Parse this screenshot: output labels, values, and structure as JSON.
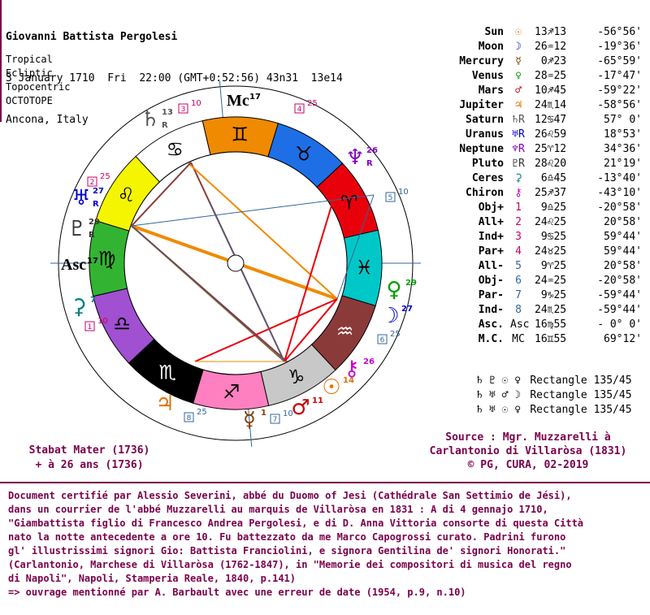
{
  "header": {
    "name": "Giovanni Battista Pergolesi",
    "date_line": "3 January 1710  Fri  22:00 (GMT+0:52:56) 43n31  13e14",
    "place": "Ancona, Italy"
  },
  "system": [
    "Tropical",
    "Ecliptic",
    "Topocentric",
    "OCTOTOPE"
  ],
  "wheel": {
    "signs": [
      {
        "glyph": "♈",
        "color": "#e8000b"
      },
      {
        "glyph": "♉",
        "color": "#1e6fe6"
      },
      {
        "glyph": "♊",
        "color": "#f08a00"
      },
      {
        "glyph": "♋",
        "color": "#ffffff"
      },
      {
        "glyph": "♌",
        "color": "#f5f500"
      },
      {
        "glyph": "♍",
        "color": "#32b432"
      },
      {
        "glyph": "♎",
        "color": "#a050d0"
      },
      {
        "glyph": "♏",
        "color": "#000000"
      },
      {
        "glyph": "♐",
        "color": "#ff80c0"
      },
      {
        "glyph": "♑",
        "color": "#c8c8c8"
      },
      {
        "glyph": "♒",
        "color": "#8b3a3a"
      },
      {
        "glyph": "♓",
        "color": "#00c8c8"
      }
    ],
    "angles": {
      "asc": "Asc",
      "asc_deg": "17",
      "mc": "Mc",
      "mc_deg": "17"
    },
    "planets": [
      {
        "glyph": "♄",
        "label": "13",
        "retro": "R",
        "color": "#555555"
      },
      {
        "glyph": "♅",
        "label": "27",
        "retro": "R",
        "color": "#0000cc"
      },
      {
        "glyph": "♇",
        "label": "29",
        "retro": "R",
        "color": "#333333"
      },
      {
        "glyph": "⚳",
        "label": "7",
        "retro": "",
        "color": "#008080"
      },
      {
        "glyph": "♆",
        "label": "26",
        "retro": "R",
        "color": "#8000c0"
      },
      {
        "glyph": "♀",
        "label": "29",
        "retro": "",
        "color": "#00a000"
      },
      {
        "glyph": "☽",
        "label": "27",
        "retro": "",
        "color": "#0000cc"
      },
      {
        "glyph": "⚷",
        "label": "26",
        "retro": "",
        "color": "#cc00cc"
      },
      {
        "glyph": "☉",
        "label": "14",
        "retro": "",
        "color": "#e07000"
      },
      {
        "glyph": "♂",
        "label": "11",
        "retro": "",
        "color": "#cc0000"
      },
      {
        "glyph": "☿",
        "label": "1",
        "retro": "",
        "color": "#804000"
      },
      {
        "glyph": "♃",
        "label": "",
        "retro": "",
        "color": "#e07000"
      }
    ],
    "house_boxes": [
      {
        "n": "1",
        "deg": "10",
        "color": "#cc0066"
      },
      {
        "n": "2",
        "deg": "25",
        "color": "#cc0066"
      },
      {
        "n": "3",
        "deg": "10",
        "color": "#cc0066"
      },
      {
        "n": "4",
        "deg": "25",
        "color": "#cc0066"
      },
      {
        "n": "5",
        "deg": "10",
        "color": "#336699"
      },
      {
        "n": "6",
        "deg": "25",
        "color": "#336699"
      },
      {
        "n": "7",
        "deg": "10",
        "color": "#336699"
      },
      {
        "n": "8",
        "deg": "25",
        "color": "#336699"
      }
    ]
  },
  "positions": [
    {
      "name": "Sun",
      "glyph": "☉",
      "color": "#e07000",
      "sign": "13♐13",
      "lat": "-56°56'"
    },
    {
      "name": "Moon",
      "glyph": "☽",
      "color": "#0000cc",
      "sign": "26♒12",
      "lat": "-19°36'"
    },
    {
      "name": "Mercury",
      "glyph": "☿",
      "color": "#804000",
      "sign": " 0♐23",
      "lat": "-65°59'"
    },
    {
      "name": "Venus",
      "glyph": "♀",
      "color": "#00a000",
      "sign": "28♒25",
      "lat": "-17°47'"
    },
    {
      "name": "Mars",
      "glyph": "♂",
      "color": "#cc0000",
      "sign": "10♐45",
      "lat": "-59°22'"
    },
    {
      "name": "Jupiter",
      "glyph": "♃",
      "color": "#e07000",
      "sign": "24♏14",
      "lat": "-58°56'"
    },
    {
      "name": "Saturn",
      "glyph": "♄R",
      "color": "#555555",
      "sign": "12♋47",
      "lat": "57° 0'"
    },
    {
      "name": "Uranus",
      "glyph": "♅R",
      "color": "#0000cc",
      "sign": "26♌59",
      "lat": "18°53'"
    },
    {
      "name": "Neptune",
      "glyph": "♆R",
      "color": "#8000c0",
      "sign": "25♈12",
      "lat": "34°36'"
    },
    {
      "name": "Pluto",
      "glyph": "♇R",
      "color": "#333333",
      "sign": "28♌20",
      "lat": "21°19'"
    },
    {
      "name": "Ceres",
      "glyph": "⚳",
      "color": "#008080",
      "sign": " 6♎45",
      "lat": "-13°40'"
    },
    {
      "name": "Chiron",
      "glyph": "⚷",
      "color": "#cc00cc",
      "sign": "25♐37",
      "lat": "-43°10'"
    },
    {
      "name": "Obj+",
      "glyph": "1",
      "color": "#cc0066",
      "sign": " 9♎25",
      "lat": "-20°58'"
    },
    {
      "name": "All+",
      "glyph": "2",
      "color": "#cc0066",
      "sign": "24♌25",
      "lat": "20°58'"
    },
    {
      "name": "Ind+",
      "glyph": "3",
      "color": "#cc0066",
      "sign": " 9♋25",
      "lat": "59°44'"
    },
    {
      "name": "Par+",
      "glyph": "4",
      "color": "#cc0066",
      "sign": "24♉25",
      "lat": "59°44'"
    },
    {
      "name": "All-",
      "glyph": "5",
      "color": "#336699",
      "sign": " 9♈25",
      "lat": "20°58'"
    },
    {
      "name": "Obj-",
      "glyph": "6",
      "color": "#336699",
      "sign": "24♒25",
      "lat": "-20°58'"
    },
    {
      "name": "Par-",
      "glyph": "7",
      "color": "#336699",
      "sign": " 9♑25",
      "lat": "-59°44'"
    },
    {
      "name": "Ind-",
      "glyph": "8",
      "color": "#336699",
      "sign": "24♏25",
      "lat": "-59°44'"
    },
    {
      "name": "Asc.",
      "glyph": "Asc",
      "color": "#000000",
      "sign": "16♍55",
      "lat": "- 0° 0'"
    },
    {
      "name": "M.C.",
      "glyph": "MC",
      "color": "#000000",
      "sign": "16♊55",
      "lat": "69°12'"
    }
  ],
  "aspects": [
    {
      "glyphs": "♄ ♇ ☉ ♀",
      "label": "Rectangle 135/45"
    },
    {
      "glyphs": "♄ ♅ ♂ ☽",
      "label": "Rectangle 135/45"
    },
    {
      "glyphs": "♄ ♅ ☉ ♀",
      "label": "Rectangle 135/45"
    }
  ],
  "source": [
    "Source : Mgr. Muzzarelli à",
    "Carlantonio di Villaròsa (1831)",
    "© PG, CURA, 02-2019"
  ],
  "work": [
    "Stabat Mater (1736)",
    "+ à 26 ans (1736)"
  ],
  "document": [
    "Document certifié par Alessio Severini, abbé du Duomo of Jesi (Cathédrale San Settimio de Jési),",
    "dans un courrier de l'abbé Muzzarelli au marquis de Villaròsa en 1831 : A di 4 gennajo 1710,",
    "\"Giambattista figlio di Francesco Andrea Pergolesi, e di D. Anna Vittoria consorte di questa Città",
    "nato la notte antecedente a ore 10. Fu battezzato da me Marco Capogrossi curato. Padrini furono",
    "gl' illustrissimi signori Gio: Battista Franciolini, e signora Gentilina de' signori Honorati.\"",
    "(Carlantonio, Marchese di Villaròsa (1762-1847), in \"Memorie dei compositori di musica del regno",
    "di Napoli\", Napoli, Stamperia Reale, 1840, p.141)",
    "=> ouvrage mentionné par A. Barbault avec une erreur de date (1954, p.9, n.10)"
  ]
}
